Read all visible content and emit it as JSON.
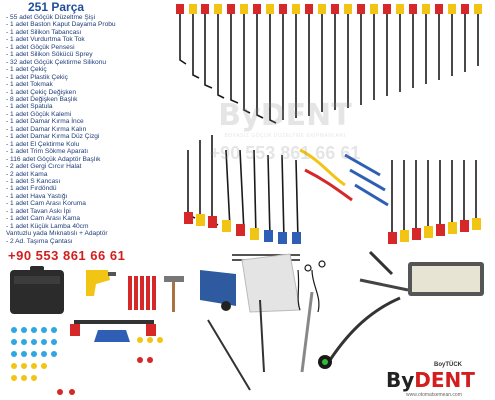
{
  "title": "251 Parça",
  "items": [
    "- 55 adet Göçük Düzeltme Şişi",
    "- 1 adet Baston Kaput Dayama Probu",
    "- 1 adet Silikon Tabancası",
    "- 1 adet Vurdurtma Tok Tok",
    "- 1 adet Göçük Pensesi",
    "- 1 adet Silikon Sökücü Sprey",
    "- 32 adet Göçük Çektirme Silikonu",
    "- 1 adet Çekiç",
    "- 1 adet Plastik Çekiç",
    "- 1 adet Tokmak",
    "- 1 adet Çekiç Değişken",
    "- 8 adet Değişken Başlık",
    "- 1 adet Spatula",
    "- 1 adet Göçük Kalemi",
    "- 1 adet Damar Kırma İnce",
    "- 1 adet Damar Kırma Kalın",
    "- 1 adet Damar Kırma Düz Çizgi",
    "- 1 adet El Çektirme Kolu",
    "- 1 adet Trim Sökme Aparatı",
    "- 116 adet Göçük Adaptör Başlık",
    "- 2 adet Gergi Cırcır Halat",
    "- 2 adet Kama",
    "- 1 adet S Kancası",
    "- 1 adet Fırdöndü",
    "- 1 adet Hava Yastığı",
    "- 1 adet Cam Arası Koruma",
    "- 1 adet Tavan Askı İpi",
    "- 1 adet Cam Arası Kama",
    "- 1 adet Küçük Lamba 40cm",
    "  Vantuzlu yada Mıknatıslı + Adaptör",
    "- 2 Ad. Taşıma Çantası"
  ],
  "phone": "+90 553 861 66 61",
  "watermark": {
    "logo": "ByDENT",
    "tagline": "BOYASIZ GÖÇÜK DÜZELTME EKİPMANLARI",
    "phone": "+90 553 861 66 61"
  },
  "brand": {
    "small": "BoyTÜCK",
    "main_a": "By",
    "main_b": "DENT",
    "web": "www.otomatsemean.com"
  },
  "colors": {
    "blue_text": "#1e3c78",
    "title": "#1f4e9a",
    "phone": "#d21e1e",
    "rod": "#1a1a1a",
    "red_handle": "#d62828",
    "yellow_handle": "#f2c514",
    "blue_tool": "#2f5fb4"
  }
}
